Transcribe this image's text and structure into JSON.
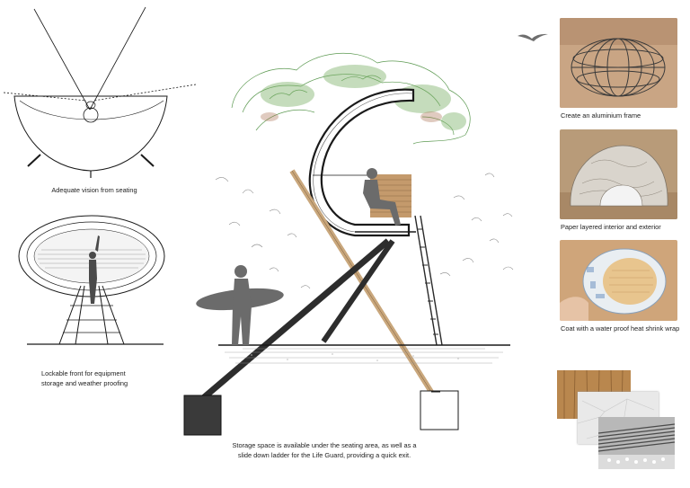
{
  "captions": {
    "vision": "Adequate vision from seating",
    "lockable": "Lockable front for equipment\nstorage and weather proofing",
    "storage_line1": "Storage space is available under the seating area, as well as a",
    "storage_line2": "slide down ladder for the Life Guard, providing a quick exit.",
    "frame": "Create an aluminium frame",
    "paper": "Paper layered interior and exterior",
    "coat": "Coat with a water proof heat shrink wrap"
  },
  "colors": {
    "ink": "#1a1a1a",
    "silhouette": "#6b6b6b",
    "wood_pole": "#c9a77c",
    "foliage": "#5d9a52",
    "photo_bg_warm": "#caa07c",
    "photo_bg_paper": "#b89b79",
    "photo_bg_coat": "#c9a175",
    "wood_texture": "#b9874e"
  },
  "icons": [
    "seagull-icon",
    "surfer-silhouette",
    "lifeguard-silhouette",
    "seated-figure-silhouette"
  ]
}
